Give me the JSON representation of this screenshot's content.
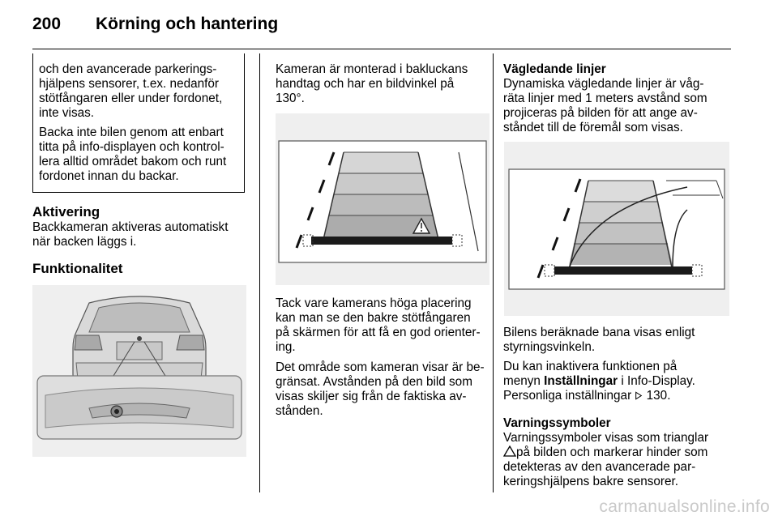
{
  "header": {
    "page_number": "200",
    "title": "Körning och hantering"
  },
  "col1": {
    "warning_lines": [
      "och den avancerade parkerings-",
      "hjälpens sensorer, t.ex. nedanför",
      "stötfångaren eller under fordonet,",
      "inte visas."
    ],
    "warning_lines2": [
      "Backa inte bilen genom att enbart",
      "titta på info-displayen och kontrol-",
      "lera alltid området bakom och runt",
      "fordonet innan du backar."
    ],
    "aktivering_title": "Aktivering",
    "aktivering_lines": [
      "Backkameran aktiveras automatiskt",
      "när backen läggs i."
    ],
    "funktionalitet_title": "Funktionalitet"
  },
  "col2": {
    "intro_lines": [
      "Kameran är monterad i bakluckans",
      "handtag och har en bildvinkel på",
      "130°."
    ],
    "para1_lines": [
      "Tack vare kamerans höga placering",
      "kan man se den bakre stötfångaren",
      "på skärmen för att få en god orienter-",
      "ing."
    ],
    "para2_lines": [
      "Det område som kameran visar är be-",
      "gränsat. Avstånden på den bild som",
      "visas skiljer sig från de faktiska av-",
      "stånden."
    ]
  },
  "col3": {
    "vagledande_title": "Vägledande linjer",
    "vagledande_lines": [
      "Dynamiska vägledande linjer är våg-",
      "räta linjer med 1 meters avstånd som",
      "projiceras på bilden för att ange av-",
      "ståndet till de föremål som visas."
    ],
    "bana_lines": [
      "Bilens beräknade bana visas enligt",
      "styrningsvinkeln."
    ],
    "inaktivera_line1": "Du kan inaktivera funktionen på",
    "inaktivera_pre": "menyn ",
    "inaktivera_bold": "Inställningar",
    "inaktivera_post": " i Info-Display.",
    "inaktivera_line3_text": "Personliga inställningar",
    "inaktivera_line3_ref": " 130.",
    "varnings_title": "Varningssymboler",
    "varnings_line1": "Varningssymboler visas som trianglar",
    "varnings_line2_post": "på bilden och markerar hinder som",
    "varnings_lines_rest": [
      "detekteras av den avancerade par-",
      "keringshjälpens bakre sensorer."
    ]
  },
  "watermark": "carmanualsonline.info"
}
